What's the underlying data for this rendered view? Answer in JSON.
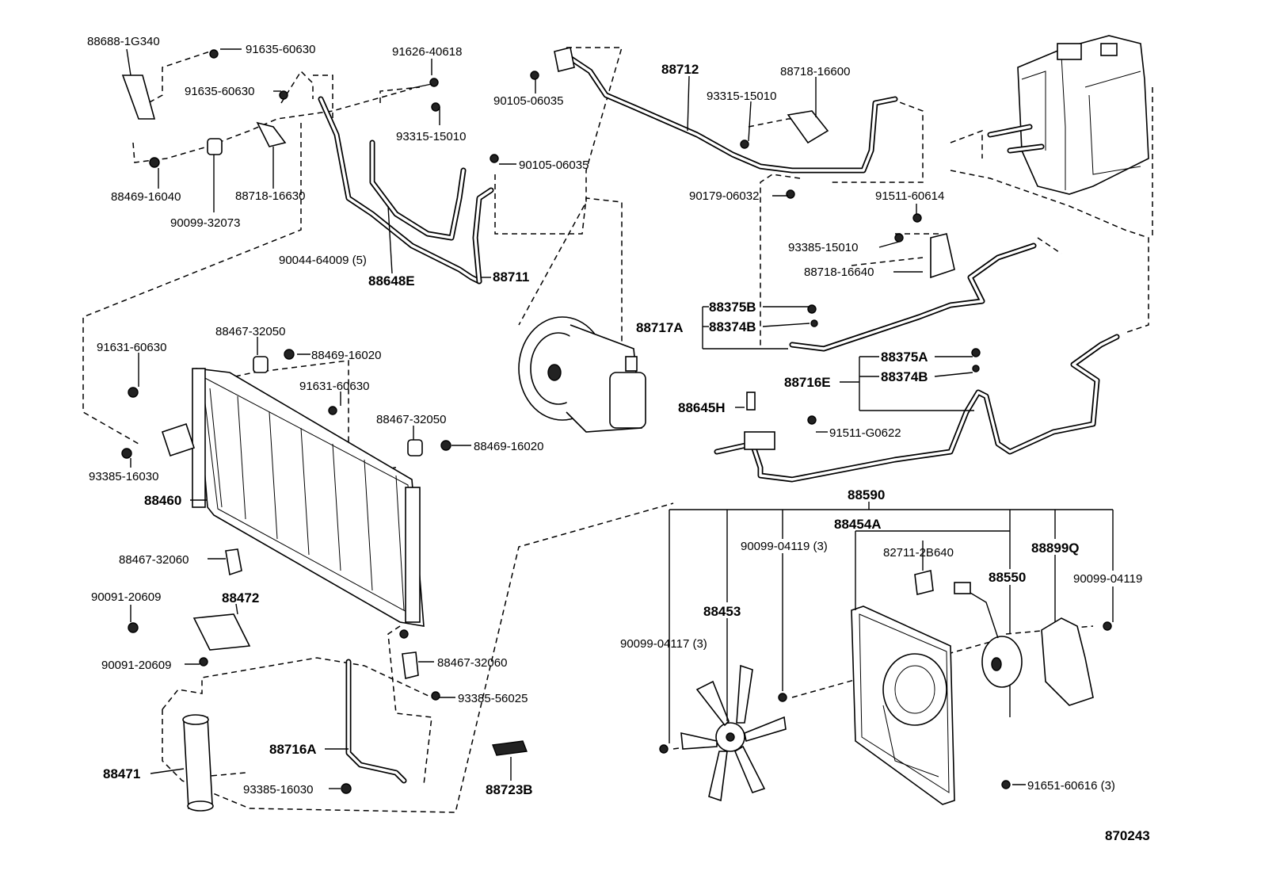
{
  "diagram_code": "870243",
  "labels": {
    "l88688_1G340": "88688-1G340",
    "l91635_60630_a": "91635-60630",
    "l91635_60630_b": "91635-60630",
    "l91626_40618": "91626-40618",
    "l93315_15010_a": "93315-15010",
    "l90105_06035_a": "90105-06035",
    "l90105_06035_b": "90105-06035",
    "l88469_16040": "88469-16040",
    "l90099_32073": "90099-32073",
    "l88718_16630": "88718-16630",
    "l90044_64009": "90044-64009 (5)",
    "l88648E": "88648E",
    "l88711": "88711",
    "l88712": "88712",
    "l88718_16600": "88718-16600",
    "l93315_15010_b": "93315-15010",
    "l90179_06032": "90179-06032",
    "l91511_60614": "91511-60614",
    "l93385_15010": "93385-15010",
    "l88718_16640": "88718-16640",
    "l88375B": "88375B",
    "l88717A": "88717A",
    "l88374B_a": "88374B",
    "l88375A": "88375A",
    "l88716E": "88716E",
    "l88374B_b": "88374B",
    "l88645H": "88645H",
    "l91511_G0622": "91511-G0622",
    "l88467_32050_a": "88467-32050",
    "l91631_60630_a": "91631-60630",
    "l88469_16020_a": "88469-16020",
    "l91631_60630_b": "91631-60630",
    "l88467_32050_b": "88467-32050",
    "l88469_16020_b": "88469-16020",
    "l93385_16030_a": "93385-16030",
    "l88460": "88460",
    "l88467_32060_a": "88467-32060",
    "l90091_20609_a": "90091-20609",
    "l88472": "88472",
    "l90091_20609_b": "90091-20609",
    "l88467_32060_b": "88467-32060",
    "l93385_56025": "93385-56025",
    "l88716A": "88716A",
    "l93385_16030_b": "93385-16030",
    "l88471": "88471",
    "l88723B": "88723B",
    "l88590": "88590",
    "l88454A": "88454A",
    "l90099_04119_3": "90099-04119 (3)",
    "l82711_2B640": "82711-2B640",
    "l88550": "88550",
    "l88899Q": "88899Q",
    "l90099_04119": "90099-04119",
    "l88453": "88453",
    "l90099_04117": "90099-04117 (3)",
    "l91651_60616": "91651-60616 (3)"
  }
}
